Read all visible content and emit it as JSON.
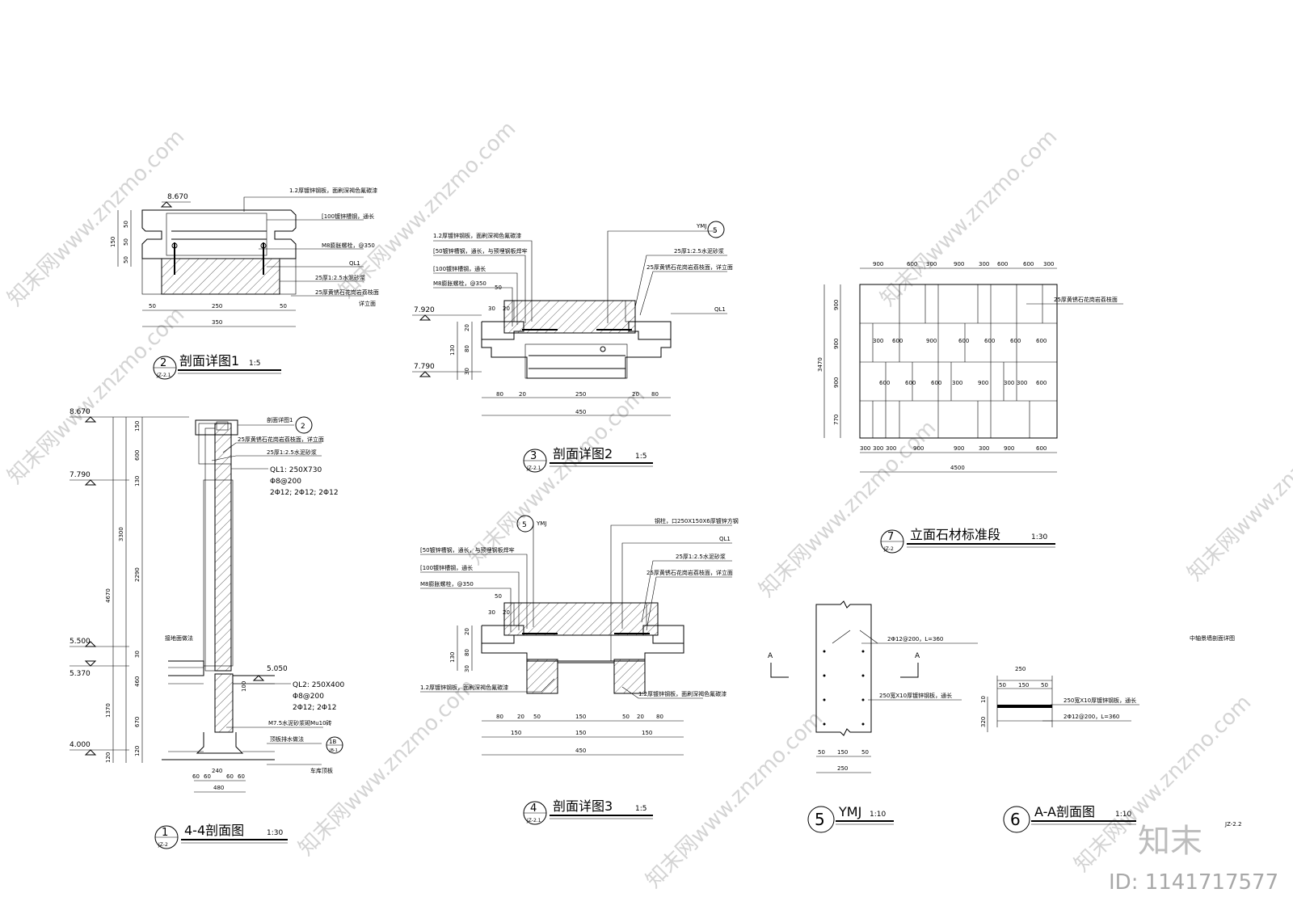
{
  "d2": {
    "title": "剖面详图1",
    "scale": "1:5",
    "num": "2",
    "sheet": "JZ-2.1",
    "level": "8.670",
    "notes": [
      "1.2厚镀锌钢板，面刷深褐色氟碳漆",
      "[100镀锌槽钢，通长",
      "M8膨胀螺栓，@350",
      "QL1",
      "25厚1:2.5水泥砂浆",
      "25厚黄锈石花岗岩荔枝面",
      "详立面"
    ],
    "dims_v": [
      "50",
      "50",
      "50",
      "150"
    ],
    "dims_h": [
      "50",
      "250",
      "50",
      "350"
    ]
  },
  "d3": {
    "title": "剖面详图2",
    "scale": "1:5",
    "num": "3",
    "sheet": "JZ-2.1",
    "levels": [
      "7.920",
      "7.790"
    ],
    "notes_left": [
      "1.2厚镀锌钢板，面刷深褐色氟碳漆",
      "[50镀锌槽钢，通长，与预埋钢板焊牢",
      "[100镀锌槽钢，通长",
      "M8膨胀螺栓，@350"
    ],
    "notes_right": [
      "YMJ",
      "25厚1:2.5水泥砂浆",
      "25厚黄锈石花岗岩荔枝面，详立面",
      "QL1"
    ],
    "ref_num": "5",
    "dims_top": [
      "50",
      "30",
      "20"
    ],
    "dims_v": [
      "20",
      "130",
      "80",
      "30"
    ],
    "dims_h": [
      "80",
      "20",
      "250",
      "20",
      "80",
      "450"
    ]
  },
  "d4": {
    "title": "剖面详图3",
    "scale": "1:5",
    "num": "4",
    "sheet": "JZ-2.1",
    "notes_left": [
      "[50镀锌槽钢，通长，与预埋钢板焊牢",
      "[100镀锌槽钢，通长",
      "M8膨胀螺栓，@350"
    ],
    "notes_right": [
      "钢柱，口250X150X6厚镀锌方钢",
      "QL1",
      "25厚1:2.5水泥砂浆",
      "25厚黄锈石花岗岩荔枝面，详立面"
    ],
    "notes_bottom": [
      "1.2厚镀锌钢板，面刷深褐色氟碳漆",
      "1.2厚镀锌钢板，面刷深褐色氟碳漆"
    ],
    "ymj": "YMJ",
    "ref_num": "5",
    "dims_top": [
      "50",
      "30",
      "20"
    ],
    "dims_v": [
      "20",
      "130",
      "80",
      "30"
    ],
    "dims_h1": [
      "80",
      "20",
      "50",
      "150",
      "50",
      "20",
      "80"
    ],
    "dims_h2": [
      "150",
      "150",
      "150"
    ],
    "dims_h3": [
      "450"
    ]
  },
  "d1": {
    "title": "4-4剖面图",
    "scale": "1:30",
    "num": "1",
    "sheet": "JZ-2",
    "levels": [
      "8.670",
      "7.790",
      "5.500",
      "5.370",
      "4.000"
    ],
    "level_mid": "5.050",
    "dims_outer": [
      "4670",
      "1370",
      "120"
    ],
    "dims_mid": [
      "3300"
    ],
    "dims_inner": [
      "150",
      "600",
      "130",
      "2290",
      "30",
      "460",
      "670",
      "120"
    ],
    "notes": [
      "剖面详图1",
      "25厚黄锈石花岗岩荔枝面，详立面",
      "25厚1:2.5水泥砂浆",
      "QL1: 250X730",
      "Φ8@200",
      "2Φ12; 2Φ12; 2Φ12",
      "QL2: 250X400",
      "Φ8@200",
      "2Φ12; 2Φ12",
      "M7.5水泥砂浆砌Mu10砖",
      "顶板排水做法",
      "车库顶板",
      "接地面做法"
    ],
    "ref_tag": "2",
    "ref_1b": "1B",
    "ref_1b_sheet": "JB-1",
    "dims_h": [
      "60",
      "60",
      "240",
      "60",
      "60",
      "480"
    ],
    "dim_100": "100"
  },
  "d7": {
    "title": "立面石材标准段",
    "scale": "1:30",
    "num": "7",
    "sheet": "JZ-2",
    "note": "25厚黄锈石花岗岩荔枝面",
    "dims_top": [
      "900",
      "600",
      "300",
      "900",
      "300",
      "600",
      "600",
      "300"
    ],
    "dims_v": [
      "900",
      "900",
      "900",
      "770",
      "3470"
    ],
    "row2": [
      "300",
      "600",
      "900",
      "600",
      "600",
      "600",
      "600"
    ],
    "row3": [
      "600",
      "600",
      "600",
      "300",
      "900",
      "300",
      "300",
      "600"
    ],
    "dims_bottom": [
      "300",
      "300",
      "300",
      "900",
      "900",
      "300",
      "900",
      "600"
    ],
    "total": "4500"
  },
  "d5": {
    "title": "YMJ",
    "scale": "1:10",
    "num": "5",
    "cut": "A",
    "notes": [
      "2Φ12@200，L=360",
      "250宽X10厚镀锌钢板，通长"
    ],
    "dims_h": [
      "50",
      "150",
      "50",
      "250"
    ]
  },
  "d6": {
    "title": "A-A剖面图",
    "scale": "1:10",
    "num": "6",
    "notes": [
      "250宽X10厚镀锌钢板，通长",
      "2Φ12@200，L=360"
    ],
    "dims_h": [
      "250",
      "50",
      "150",
      "50"
    ],
    "dims_v": [
      "10",
      "320"
    ],
    "caption": "中轴景墙剖面详图",
    "sheet_no": "JZ-2.2"
  },
  "brand": {
    "logo": "知末",
    "id": "ID: 1141717577",
    "watermark": "知末网www.znzmo.com"
  }
}
